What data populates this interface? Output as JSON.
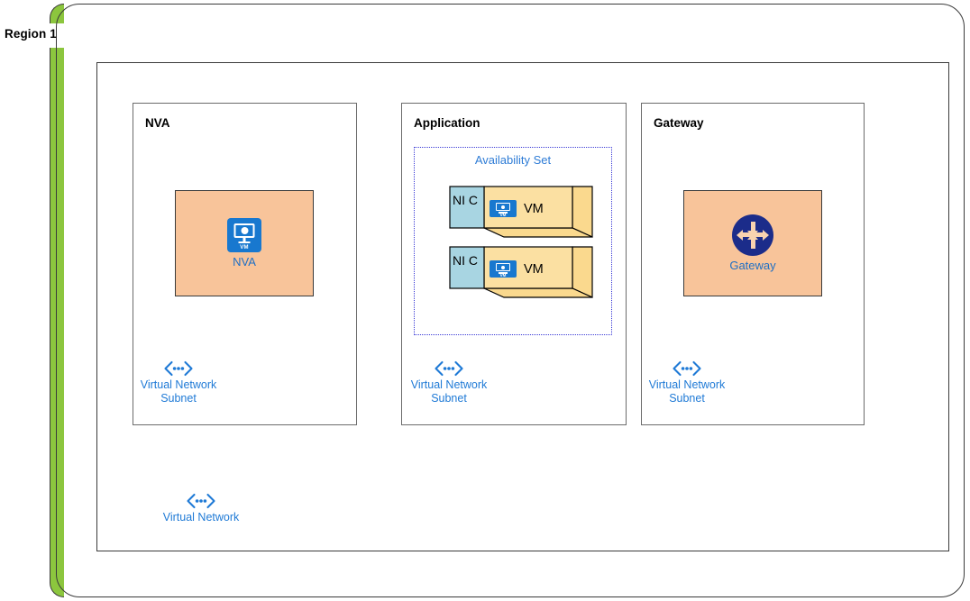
{
  "region": {
    "label": "Region 1",
    "accent_color": "#8CC63E",
    "border_color": "#3a3a3a"
  },
  "virtual_network": {
    "icon": "virtual-network-icon",
    "caption": "Virtual Network",
    "text_color": "#1f7ad6"
  },
  "subnets": [
    {
      "id": "nva",
      "title": "NVA",
      "resource": {
        "box_color": "#F8C49A",
        "icon": "vm-icon",
        "icon_color": "#1878CF",
        "icon_badge": "VM",
        "label": "NVA"
      },
      "footer_icon": "virtual-network-icon",
      "footer_caption": "Virtual Network\nSubnet"
    },
    {
      "id": "application",
      "title": "Application",
      "availability_set": {
        "title": "Availability Set",
        "border_color": "#3b3bd6",
        "title_color": "#2e7cd6",
        "vms": [
          {
            "nic_label": "NI\nC",
            "nic_color": "#A8D5E2",
            "body_color": "#FBE0A2",
            "icon": "vm-icon",
            "icon_badge": "VM",
            "label": "VM"
          },
          {
            "nic_label": "NI\nC",
            "nic_color": "#A8D5E2",
            "body_color": "#FBE0A2",
            "icon": "vm-icon",
            "icon_badge": "VM",
            "label": "VM"
          }
        ]
      },
      "footer_icon": "virtual-network-icon",
      "footer_caption": "Virtual Network\nSubnet"
    },
    {
      "id": "gateway",
      "title": "Gateway",
      "resource": {
        "box_color": "#F8C49A",
        "icon": "router-icon",
        "icon_color": "#1B2C8A",
        "label": "Gateway"
      },
      "footer_icon": "virtual-network-icon",
      "footer_caption": "Virtual Network\nSubnet"
    }
  ]
}
